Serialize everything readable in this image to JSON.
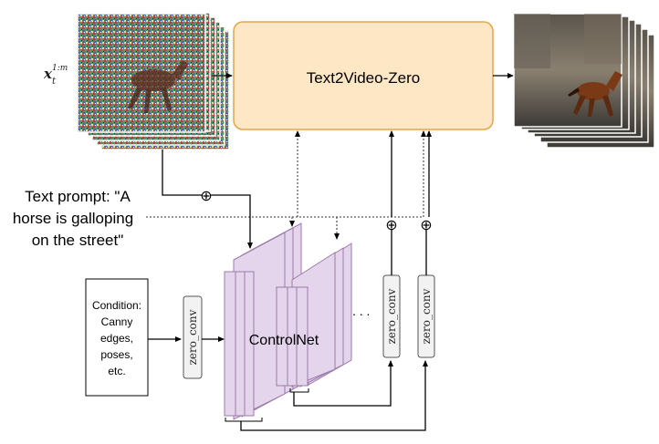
{
  "diagram": {
    "main_block_label": "Text2Video-Zero",
    "controlnet_label": "ControlNet",
    "latent_label": {
      "base": "x",
      "subscript": "t",
      "superscript": "1:m"
    },
    "text_prompt_lines": [
      "Text prompt: \"A",
      "horse is galloping",
      "on the street\""
    ],
    "condition_lines": [
      "Condition:",
      "Canny",
      "edges,",
      "poses,",
      "etc."
    ],
    "zero_conv_label": "zero_conv",
    "ellipsis": ". . .",
    "plus_symbol": "⊕",
    "colors": {
      "main_block_fill": "#fde7c5",
      "main_block_stroke": "#e3a54b",
      "controlnet_fill": "#e4d5ec",
      "controlnet_stroke": "#9c7aa8",
      "zero_conv_fill": "#f2f2f2"
    },
    "images": {
      "input_frames": "noisy-horse-frames",
      "output_frames": "generated-horse-frames"
    }
  }
}
